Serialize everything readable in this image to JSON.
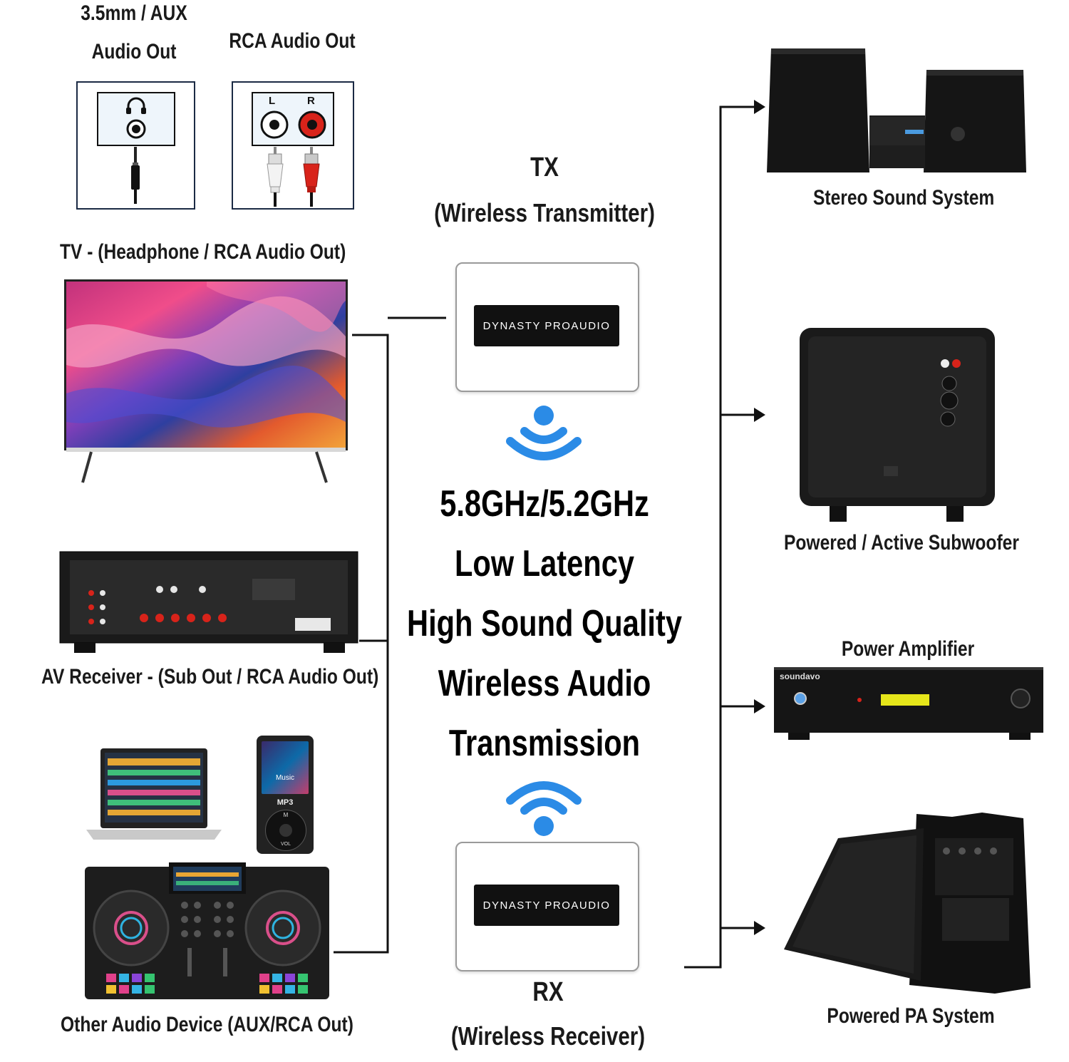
{
  "inputs": {
    "aux_label_line1": "3.5mm / AUX",
    "aux_label_line2": "Audio Out",
    "rca_label": "RCA Audio Out",
    "rca_left": "L",
    "rca_right": "R",
    "tv_label": "TV - (Headphone / RCA Audio Out)",
    "receiver_label": "AV Receiver - (Sub Out / RCA Audio Out)",
    "other_label": "Other Audio Device (AUX/RCA Out)",
    "mp3_player": {
      "screen_text": "Music",
      "model": "MP3",
      "menu": "M",
      "vol": "VOL"
    }
  },
  "center": {
    "tx_title": "TX",
    "tx_subtitle": "(Wireless Transmitter)",
    "tx_brand": "DYNASTY PROAUDIO",
    "features": [
      "5.8GHz/5.2GHz",
      "Low Latency",
      "High Sound Quality",
      "Wireless Audio",
      "Transmission"
    ],
    "rx_brand": "DYNASTY PROAUDIO",
    "rx_title": "RX",
    "rx_subtitle": "(Wireless Receiver)"
  },
  "outputs": {
    "stereo_label": "Stereo Sound System",
    "subwoofer_label": "Powered / Active Subwoofer",
    "amplifier_label": "Power Amplifier",
    "amp_brand": "soundavo",
    "pa_label": "Powered PA System"
  },
  "colors": {
    "wifi_blue": "#2b8be6",
    "rca_red": "#d8231a",
    "line": "#111111",
    "jack_border": "#1b2a44"
  }
}
